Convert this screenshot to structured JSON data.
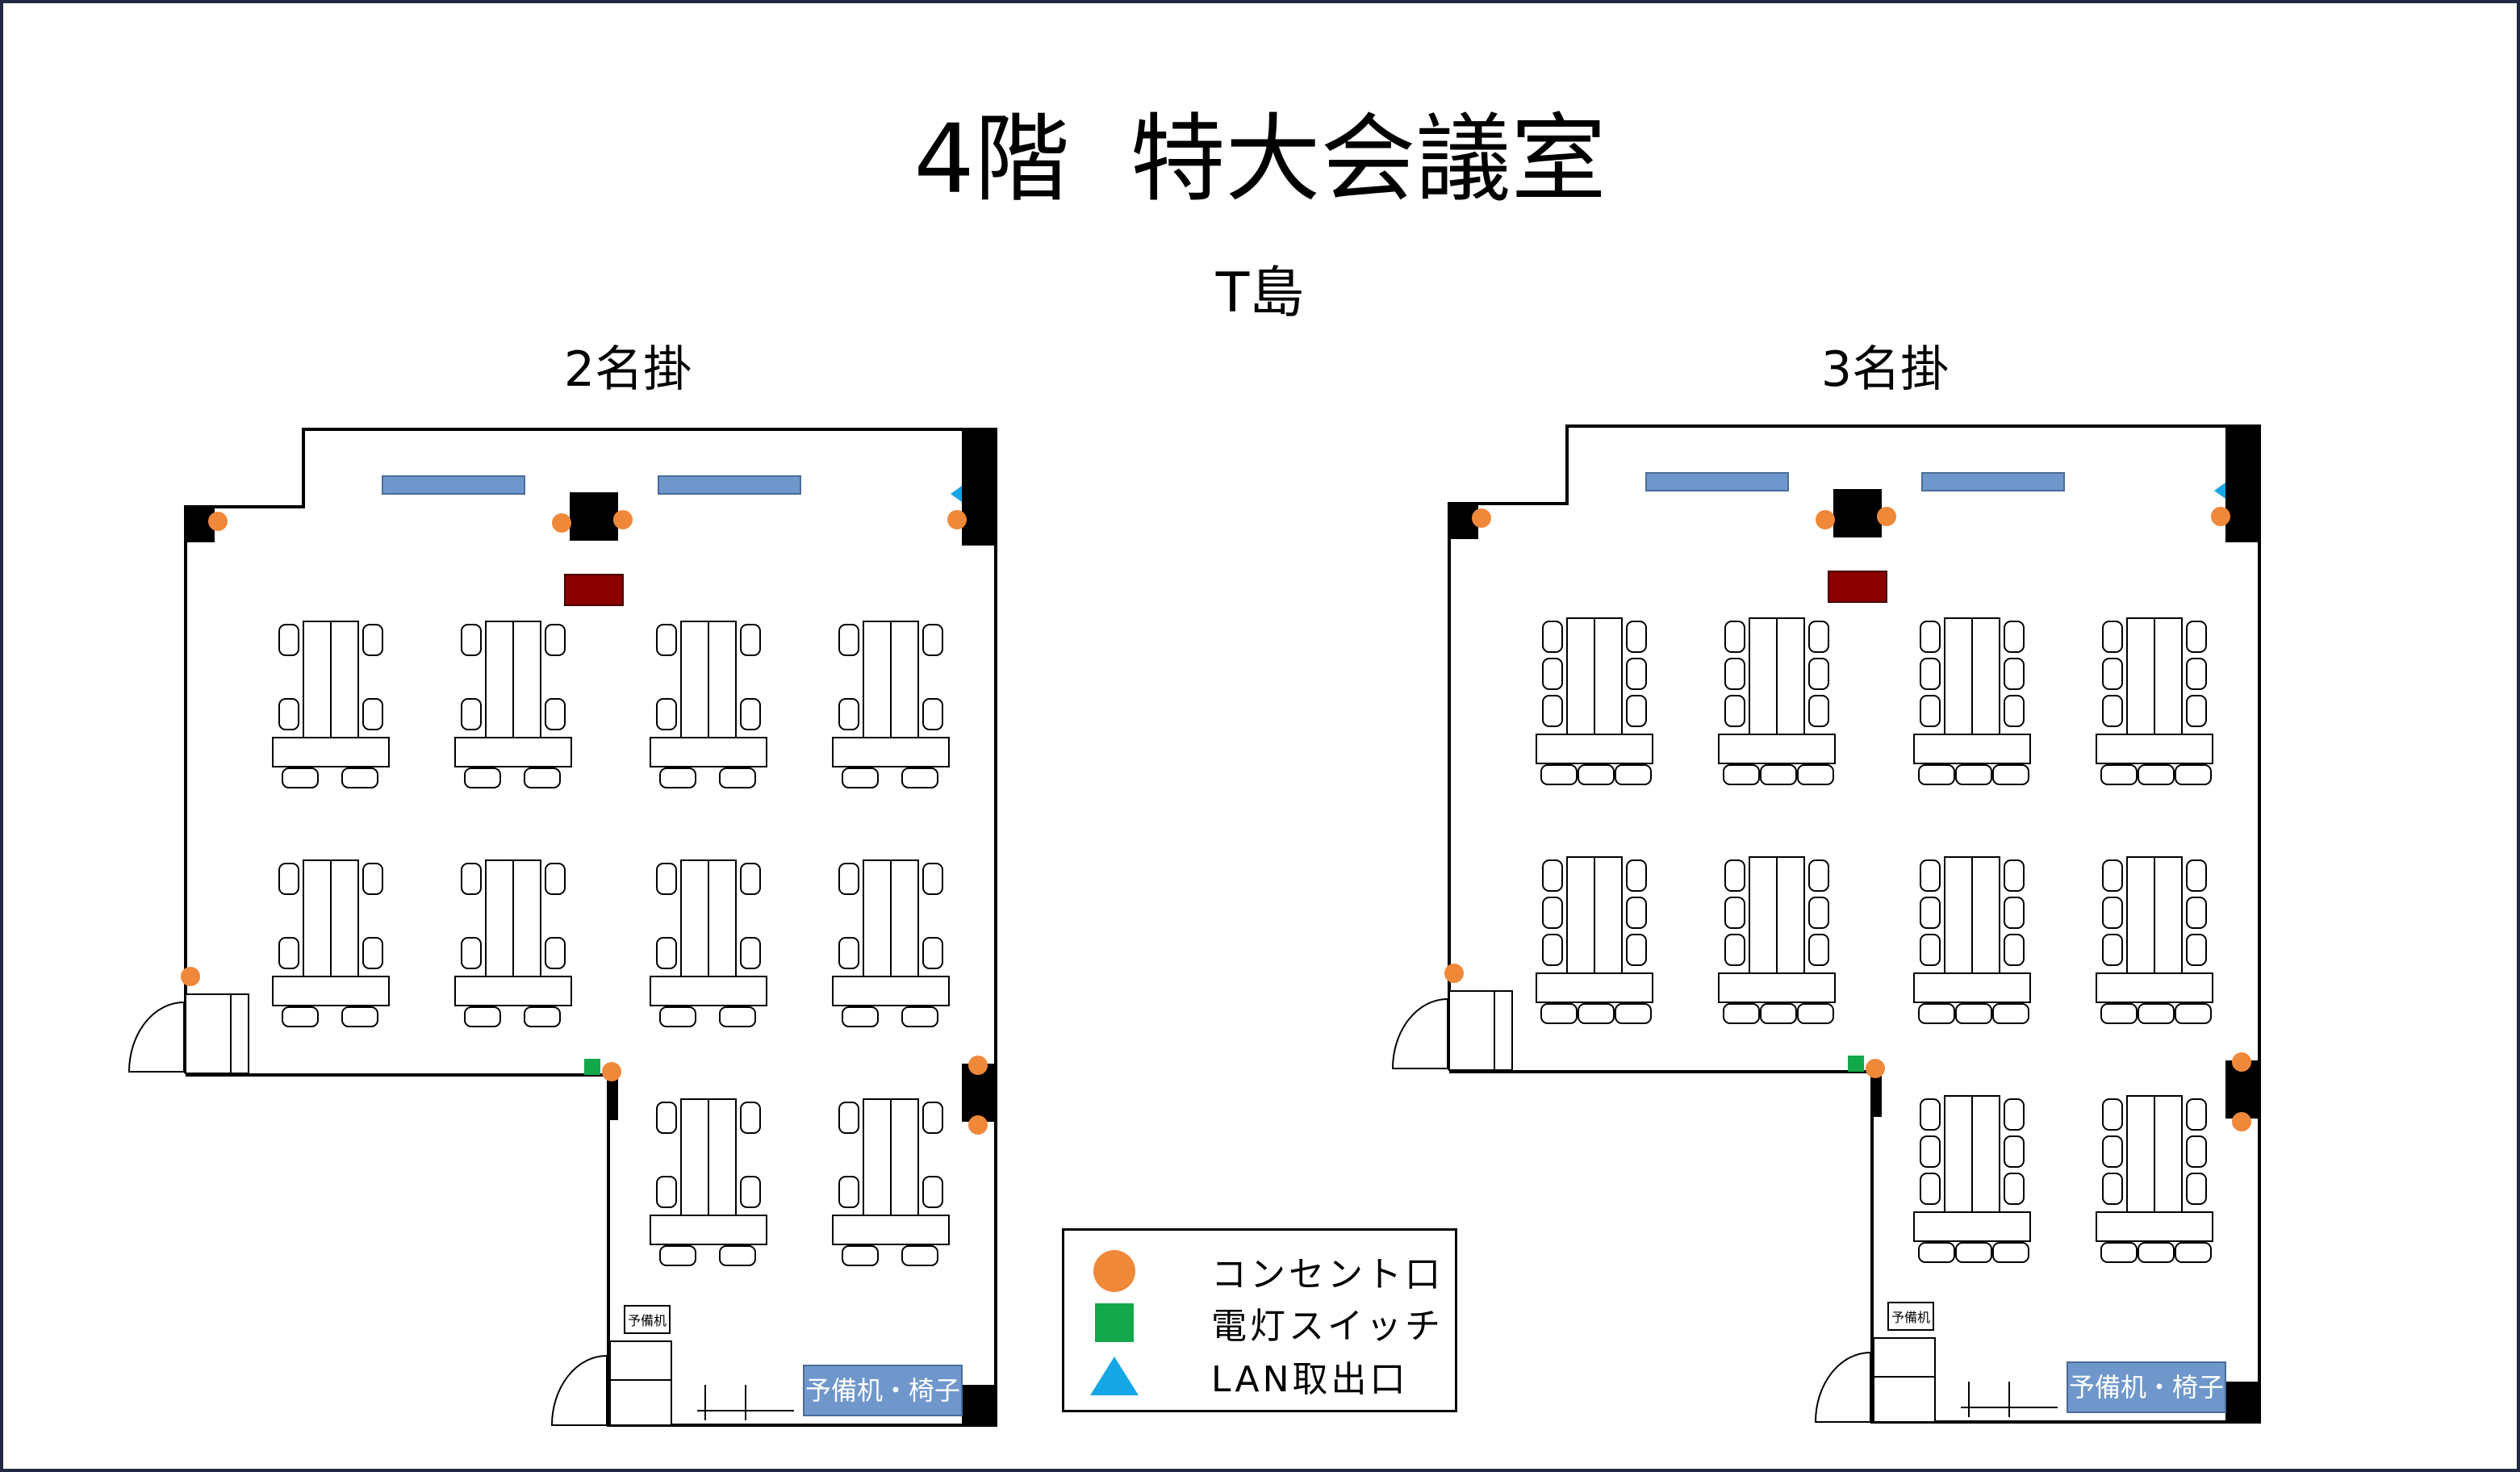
{
  "title": "4階  特大会議室",
  "subtitle": "T島",
  "plans": [
    {
      "id": "left",
      "label": "2名掛"
    },
    {
      "id": "right",
      "label": "3名掛"
    }
  ],
  "room_labels": {
    "storage_small": "予備机",
    "storage_large": "予備机・椅子"
  },
  "legend": [
    {
      "symbol": "orange-circle",
      "label": "コンセント口",
      "color": "#f0883a"
    },
    {
      "symbol": "green-square",
      "label": "電灯スイッチ",
      "color": "#13a84a"
    },
    {
      "symbol": "blue-triangle",
      "label": "LAN取出口",
      "color": "#15a6e6"
    }
  ],
  "colors": {
    "window": "#6f97cc",
    "lectern": "#8b0000",
    "pillar": "#000000",
    "outlet": "#f0883a",
    "switch": "#13a84a",
    "lan": "#15a6e6"
  }
}
